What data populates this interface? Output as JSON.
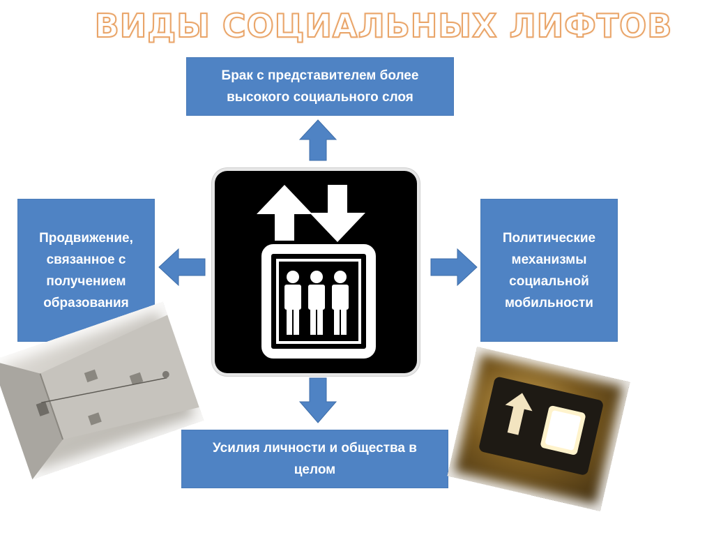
{
  "title": "ВИДЫ СОЦИАЛЬНЫХ ЛИФТОВ",
  "boxes": {
    "top": "Брак с представителем более\nвысокого социального слоя",
    "left": "Продвижение,\nсвязанное с\nполучением\nобразования",
    "right": "Политические\nмеханизмы\nсоциальной\nмобильности",
    "bottom": "Усилия личности и общества в\nцелом"
  },
  "icons": {
    "center": "elevator-sign-icon",
    "arrows": [
      "arrow-up-icon",
      "arrow-left-icon",
      "arrow-right-icon",
      "arrow-down-icon"
    ]
  },
  "colors": {
    "box_fill": "#4f83c4",
    "arrow_fill": "#4f83c4",
    "title_outline": "#e9a468",
    "sign_background": "#000000"
  }
}
